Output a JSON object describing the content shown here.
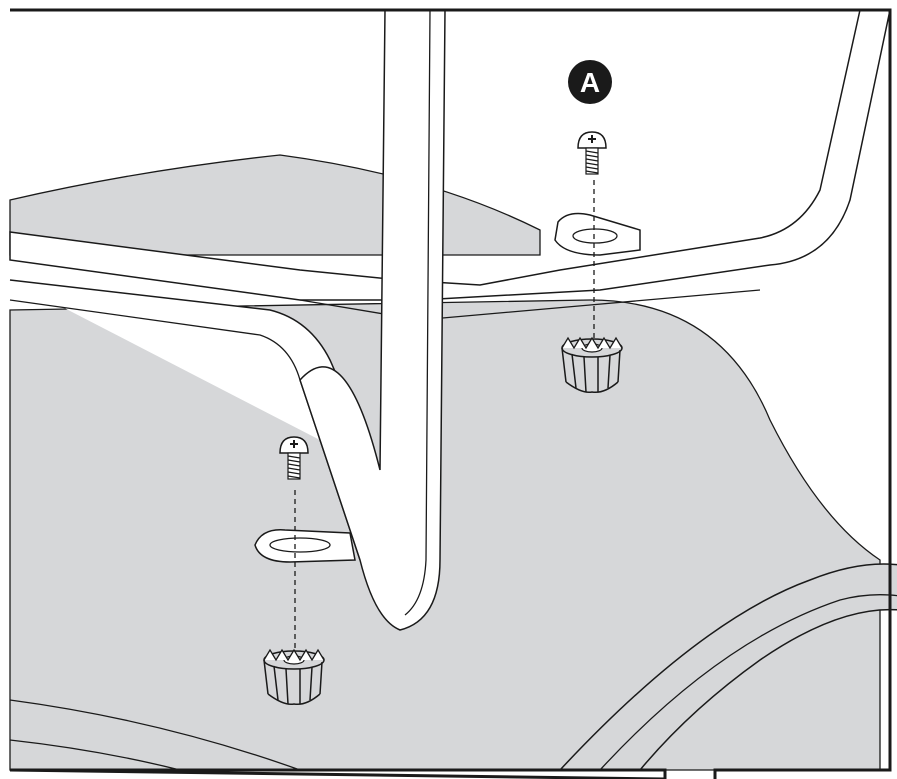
{
  "figure": {
    "callout": {
      "label": "A"
    },
    "parts": {
      "screw_icon": "button-head-screw",
      "bracket_icon": "slotted-mounting-tab",
      "anchor_icon": "push-in-star-anchor"
    },
    "colors": {
      "outline": "#1a1a1a",
      "surface_fill": "#d6d7d9",
      "background": "#ffffff",
      "callout_bg": "#1a1a1a",
      "callout_text": "#ffffff"
    }
  }
}
